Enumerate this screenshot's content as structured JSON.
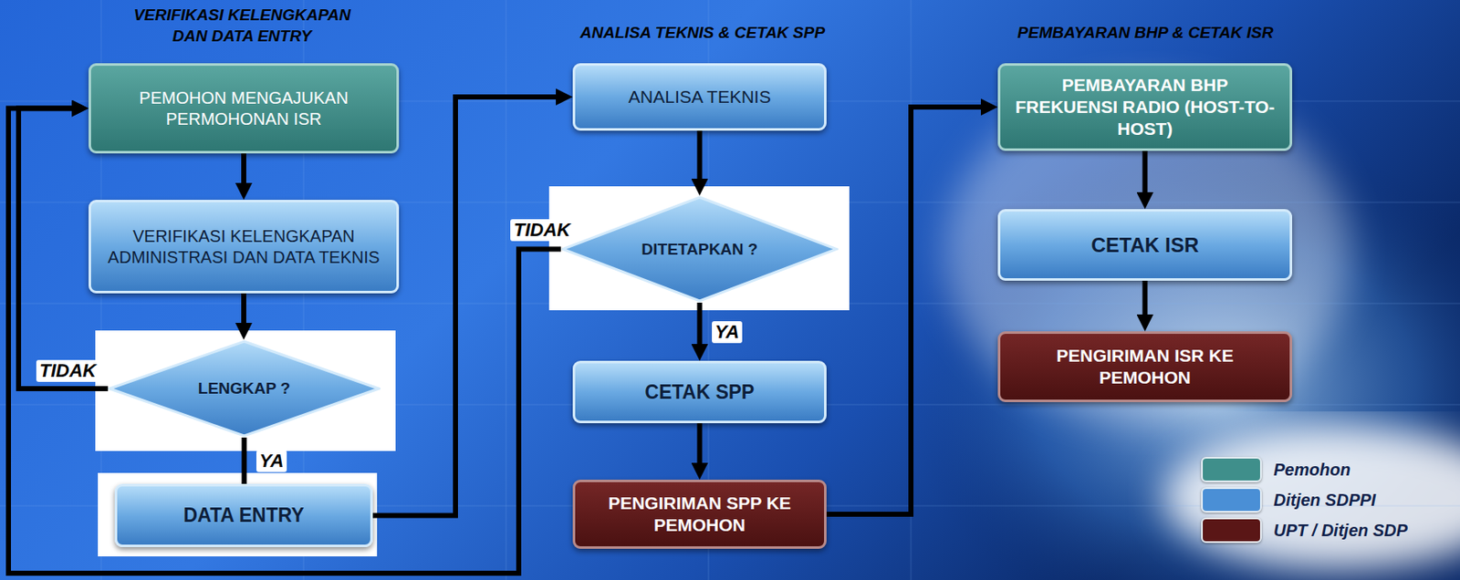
{
  "diagram": {
    "nodes": [
      {
        "text": [
          "PEMOHON MENGAJUKAN PERMOHONAN ISR"
        ]
      },
      {
        "text": [
          "VERIFIKASI KELENGKAPAN ADMINISTRASI DAN DATA TEKNIS"
        ]
      },
      {
        "text": [
          "LENGKAP ?"
        ]
      },
      {
        "text": [
          "DATA ENTRY"
        ]
      },
      {
        "text": [
          "ANALISA TEKNIS"
        ]
      },
      {
        "text": [
          "DITETAPKAN ?"
        ]
      },
      {
        "text": [
          "CETAK SPP"
        ]
      },
      {
        "text": [
          "PENGIRIMAN SPP KE PEMOHON"
        ]
      },
      {
        "text": [
          "PEMBAYARAN BHP FREKUENSI RADIO (HOST-TO-HOST)"
        ]
      },
      {
        "text": [
          "CETAK ISR"
        ]
      },
      {
        "text": [
          "PENGIRIMAN ISR KE PEMOHON"
        ]
      }
    ],
    "edges": [
      {
        "from": 0,
        "to": 1,
        "arrow": "to"
      },
      {
        "from": 1,
        "to": 2,
        "arrow": "to"
      },
      {
        "from": 2,
        "to": 3,
        "label": "YA",
        "arrow": "none"
      },
      {
        "from": 2,
        "to": 0,
        "label": "TIDAK",
        "arrow": "to"
      },
      {
        "from": 3,
        "to": 4,
        "arrow": "to"
      },
      {
        "from": 4,
        "to": 5,
        "arrow": "to"
      },
      {
        "from": 5,
        "to": 6,
        "label": "YA",
        "arrow": "to"
      },
      {
        "from": 5,
        "to": 0,
        "label": "TIDAK",
        "arrow": "to"
      },
      {
        "from": 6,
        "to": 7,
        "arrow": "to"
      },
      {
        "from": 7,
        "to": 8,
        "arrow": "to"
      },
      {
        "from": 8,
        "to": 9,
        "arrow": "to"
      },
      {
        "from": 9,
        "to": 10,
        "arrow": "to"
      }
    ],
    "labels": [
      "VERIFIKASI KELENGKAPAN DAN DATA ENTRY",
      "ANALISA TEKNIS & CETAK SPP",
      "PEMBAYARAN BHP & CETAK ISR"
    ],
    "legend": [
      {
        "text": "Pemohon",
        "color": "#3f8f8b"
      },
      {
        "text": "Ditjen SDPPI",
        "color": "#4a8fd6"
      },
      {
        "text": "UPT / Ditjen SDP",
        "color": "#5a1616"
      }
    ]
  }
}
